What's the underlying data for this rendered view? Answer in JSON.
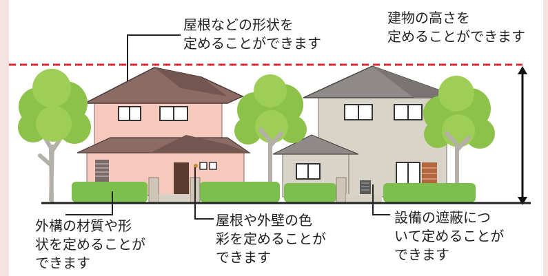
{
  "labels": {
    "roof_shape": "屋根などの形状を\n定めることができます",
    "building_height": "建物の高さを\n定めることができます",
    "exterior_material": "外構の材質や形\n状を定めることが\nできます",
    "roof_wall_color": "屋根や外壁の色\n彩を定めることが\nできます",
    "equipment_screening": "設備の遮蔽につ\nいて定めることが\nできます"
  },
  "colors": {
    "background": "#f6e2e2",
    "panel": "#ffffff",
    "height_line": "#e0282f",
    "ground_line": "#222222",
    "roof_left": "#8c6b65",
    "wall_left": "#f7c9bd",
    "roof_right": "#8f8a87",
    "wall_right": "#d9d4c8",
    "tree_foliage": "#8cc14a",
    "tree_trunk": "#b4b0a8",
    "hedge": "#7cbf4e"
  }
}
